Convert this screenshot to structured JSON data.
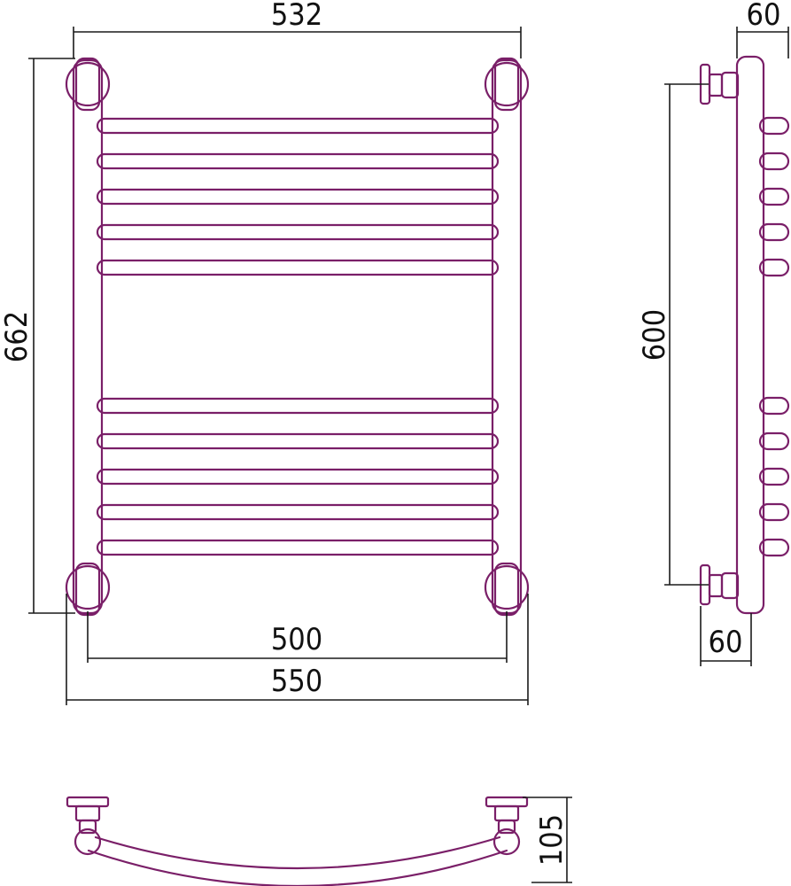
{
  "colors": {
    "outline": "#7a1f68",
    "dimension_line": "#1a1a1a",
    "background": "#ffffff"
  },
  "dimensions": {
    "top_width": "532",
    "overall_height": "662",
    "bottom_inner_width": "500",
    "bottom_outer_width": "550",
    "side_height": "600",
    "side_top_depth": "60",
    "side_bottom_depth": "60",
    "plan_depth": "105"
  }
}
